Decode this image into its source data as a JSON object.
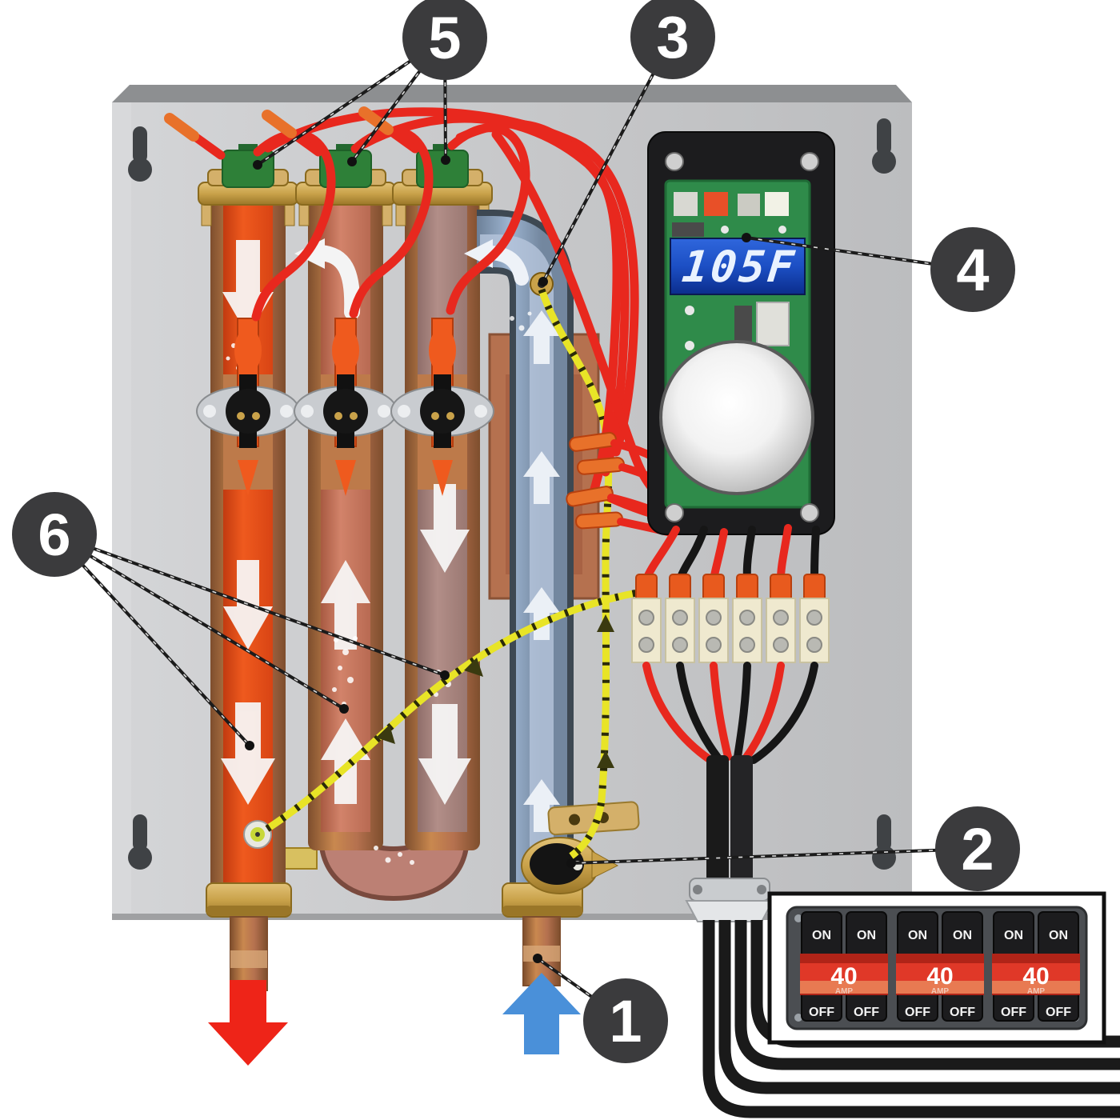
{
  "display": {
    "value": "105F"
  },
  "callouts": {
    "c1": "1",
    "c2": "2",
    "c3": "3",
    "c4": "4",
    "c5": "5",
    "c6": "6"
  },
  "breaker_panel": {
    "on_label": "ON",
    "off_label": "OFF",
    "breakers": [
      {
        "amp": "40",
        "unit": "AMP"
      },
      {
        "amp": "40",
        "unit": "AMP"
      },
      {
        "amp": "40",
        "unit": "AMP"
      }
    ]
  },
  "colors": {
    "plate": "#c7c8ca",
    "plate_bevel": "#8d8f91",
    "control_panel": "#1c1c1e",
    "pcb_green": "#2f8b4a",
    "lcd_blue": "#1c4fc4",
    "wire_red": "#e8281e",
    "wire_yellow": "#e8e427",
    "wire_black": "#1a1a1a",
    "copper": "#b5714f",
    "brass": "#c9a24a",
    "hot_orange": "#e8481e",
    "cold_blue": "#8ea8c6",
    "arrow_red": "#ee2418",
    "arrow_blue": "#4a90d9",
    "callout_bg": "#3b3b3d",
    "breaker_red": "#d92f1f",
    "element_cap_green": "#2e8038"
  }
}
